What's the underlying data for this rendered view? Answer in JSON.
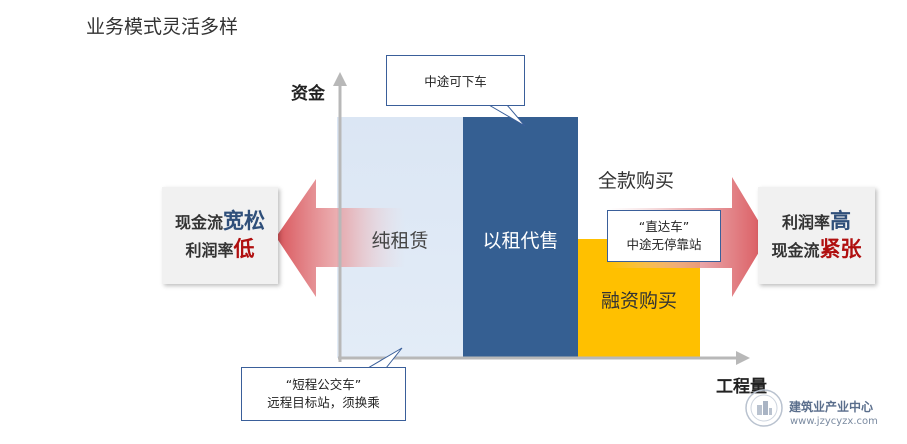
{
  "title": "业务模式灵活多样",
  "y_axis_label": "资金",
  "x_axis_label": "工程量",
  "bars": {
    "pure_lease": "纯租赁",
    "lease_to_sell": "以租代售",
    "financing": "融资购买",
    "full_payment": "全款购买"
  },
  "callouts": {
    "top": "中途可下车",
    "express_line1": "“直达车”",
    "express_line2": "中途无停靠站",
    "bottom_line1": "“短程公交车”",
    "bottom_line2": "远程目标站，须换乘"
  },
  "left_box": {
    "line1_prefix": "现金流",
    "line1_emph": "宽松",
    "line2_prefix": "利润率",
    "line2_emph": "低"
  },
  "right_box": {
    "line1_prefix": "利润率",
    "line1_emph": "高",
    "line2_prefix": "现金流",
    "line2_emph": "紧张"
  },
  "watermark": {
    "name": "建筑业产业中心",
    "url": "www.jzycyzx.com"
  },
  "colors": {
    "light_blue": "#dde8f5",
    "dark_blue": "#355f92",
    "gold": "#ffc000",
    "arrow_red": "#d9545a"
  }
}
